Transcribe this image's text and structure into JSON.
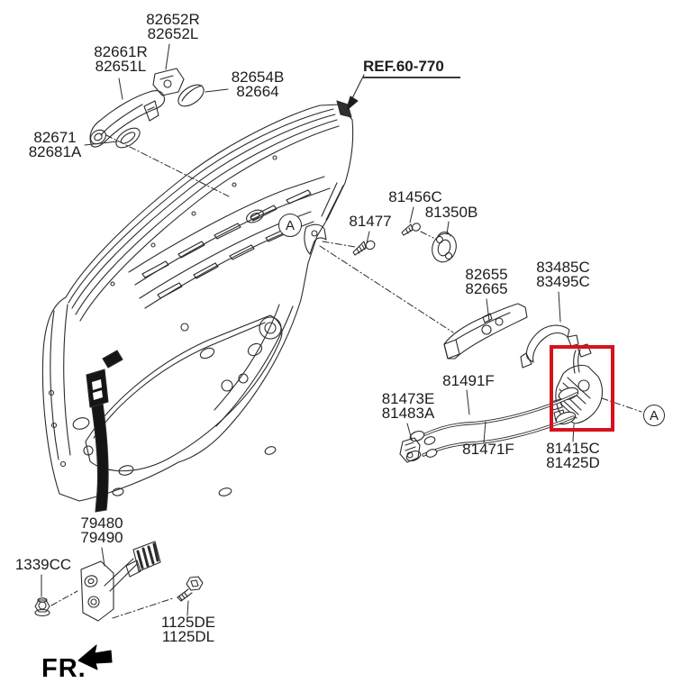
{
  "diagram": {
    "type": "exploded-parts-diagram",
    "subject": "rear door locking / handle mechanism",
    "ref_label": "REF.60-770",
    "fr_label": "FR.",
    "view_marker_letter": "A",
    "colors": {
      "line": "#2b2b2b",
      "text": "#1c1c1c",
      "highlight_box": "#d5121e",
      "background": "#ffffff"
    },
    "part_labels": [
      {
        "id": "82652",
        "lines": [
          "82652R",
          "82652L"
        ]
      },
      {
        "id": "82661",
        "lines": [
          "82661R",
          "82651L"
        ]
      },
      {
        "id": "82654",
        "lines": [
          "82654B",
          "82664"
        ]
      },
      {
        "id": "82671",
        "lines": [
          "82671",
          "82681A"
        ]
      },
      {
        "id": "81456",
        "lines": [
          "81456C"
        ]
      },
      {
        "id": "81350",
        "lines": [
          "81350B"
        ]
      },
      {
        "id": "81477",
        "lines": [
          "81477"
        ]
      },
      {
        "id": "82655",
        "lines": [
          "82655",
          "82665"
        ]
      },
      {
        "id": "83485",
        "lines": [
          "83485C",
          "83495C"
        ]
      },
      {
        "id": "81491",
        "lines": [
          "81491F"
        ]
      },
      {
        "id": "81473",
        "lines": [
          "81473E",
          "81483A"
        ]
      },
      {
        "id": "81471",
        "lines": [
          "81471F"
        ]
      },
      {
        "id": "81415",
        "lines": [
          "81415C",
          "81425D"
        ]
      },
      {
        "id": "79480",
        "lines": [
          "79480",
          "79490"
        ]
      },
      {
        "id": "1339",
        "lines": [
          "1339CC"
        ]
      },
      {
        "id": "1125",
        "lines": [
          "1125DE",
          "1125DL"
        ]
      }
    ]
  }
}
